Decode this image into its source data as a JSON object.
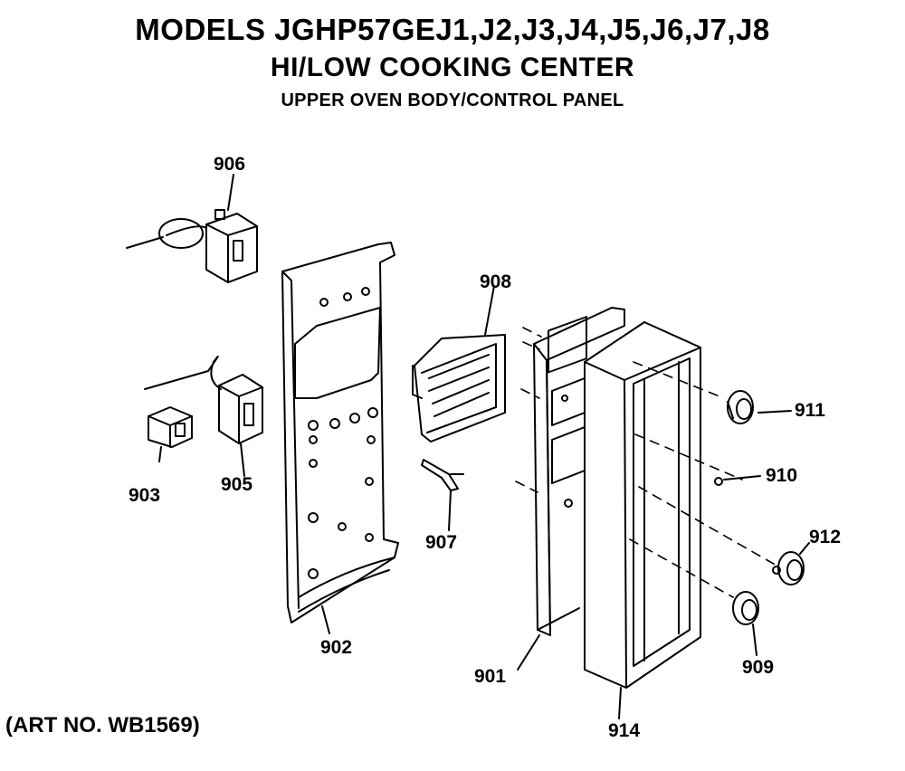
{
  "title": {
    "models": "MODELS JGHP57GEJ1,J2,J3,J4,J5,J6,J7,J8",
    "product": "HI/LOW COOKING CENTER",
    "section": "UPPER OVEN BODY/CONTROL PANEL"
  },
  "art_number": "(ART NO. WB1569)",
  "parts": {
    "p906": "906",
    "p908": "908",
    "p911": "911",
    "p910": "910",
    "p912": "912",
    "p903": "903",
    "p905": "905",
    "p907": "907",
    "p902": "902",
    "p901": "901",
    "p909": "909",
    "p914": "914"
  }
}
